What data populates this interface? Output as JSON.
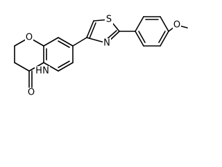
{
  "molecule": {
    "atom_labels": {
      "ring_oxygen": "O",
      "thiazole_sulfur": "S",
      "thiazole_nitrogen": "N",
      "methoxy_oxygen": "O",
      "amide_nitrogen": "N",
      "amide_hydrogen": "H",
      "carbonyl_oxygen": "O"
    },
    "colors": {
      "bond": "#000000",
      "label": "#000000",
      "background": "#ffffff"
    }
  }
}
